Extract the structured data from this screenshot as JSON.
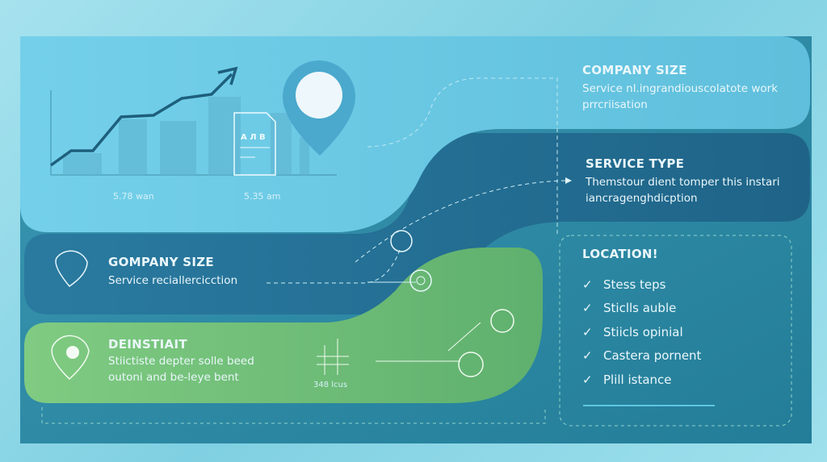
{
  "chart": {
    "x_labels": [
      "5.78 wan",
      "5.35 am"
    ],
    "doc_label": "A Л B"
  },
  "panels": {
    "company_size_top": {
      "title": "COMPANY SIZE",
      "text": [
        "Service nl.ingrandiouscolatote work",
        "prrcriisation"
      ]
    },
    "service_type": {
      "title": "SERVICE TYPE",
      "text": [
        "Themstour dient tomper this instari",
        "iancragenghdicption"
      ]
    },
    "company_size_left": {
      "title": "GOMPANY SIZE",
      "text": [
        "Service reciallercicction"
      ]
    },
    "destination": {
      "title": "DEINSTIAIT",
      "text": [
        "Stiictiste depter solle beed",
        "outoni and be-leye bent"
      ],
      "caption": "348 lcus"
    },
    "location": {
      "title": "LOCATION!",
      "items": [
        "Stess teps",
        "Sticlls auble",
        "Stiicls opinial",
        "Castera pornent",
        "Plill istance"
      ]
    }
  },
  "colors": {
    "light": "#6ccbe6",
    "dark": "#236f92",
    "green": "#6fbf73",
    "frame": "#2e86a0"
  }
}
